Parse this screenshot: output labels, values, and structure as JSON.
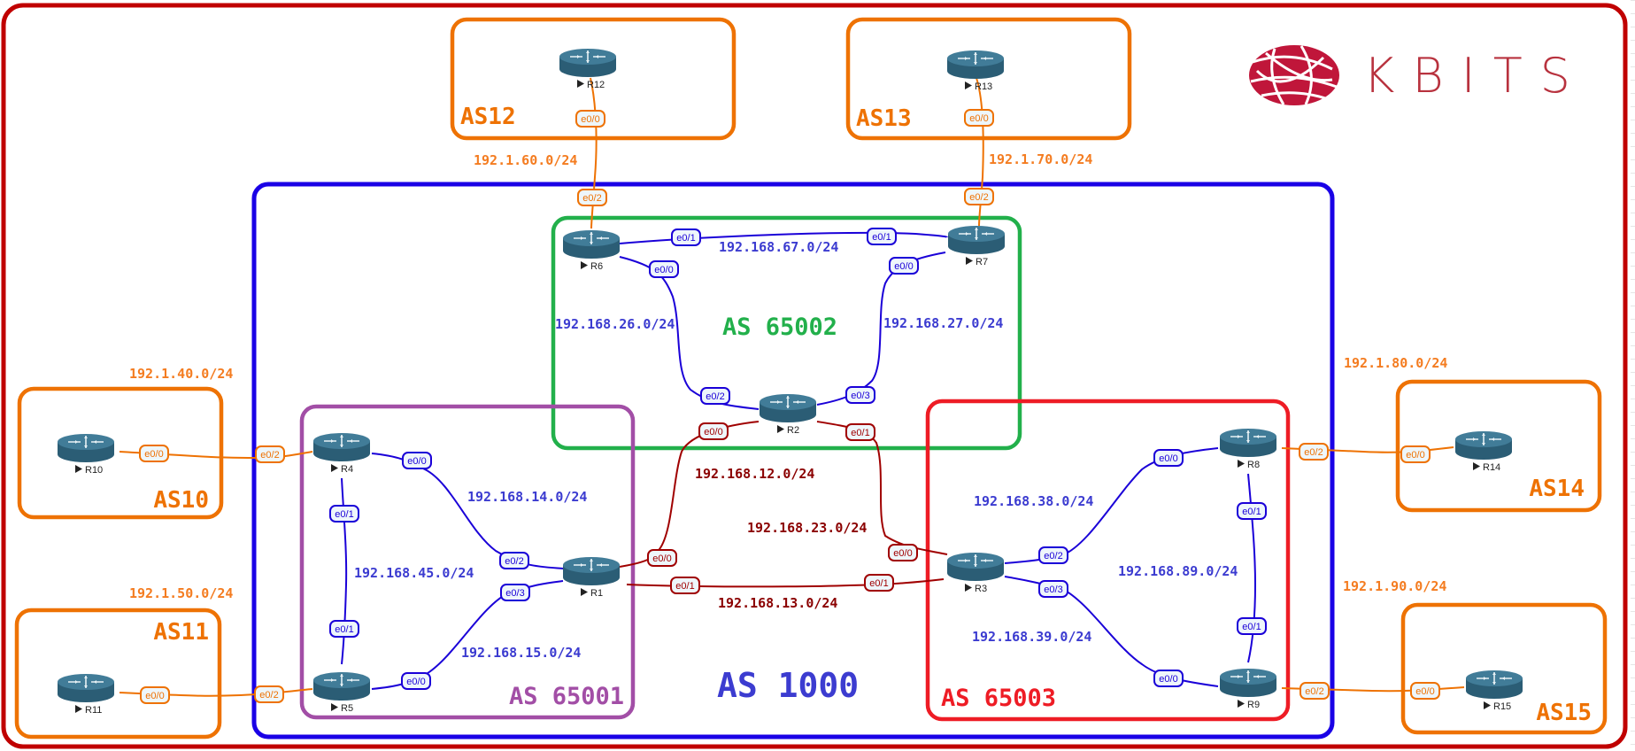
{
  "logo": {
    "text": "KBITS",
    "color": "#c0163a"
  },
  "colors": {
    "outer": "#c00000",
    "as1000": "#1a00e6",
    "as65002": "#22b04b",
    "as65001": "#a24ea6",
    "as65003": "#ee1c25",
    "external": "#ee7203",
    "ibgp_link": "#1a00d8",
    "ebgp_internal_link": "#a00000",
    "router_top": "#417c98",
    "router_side": "#2b5d75"
  },
  "as_boxes": [
    {
      "id": "as1000",
      "label": "AS 1000"
    },
    {
      "id": "as65002",
      "label": "AS 65002"
    },
    {
      "id": "as65001",
      "label": "AS 65001"
    },
    {
      "id": "as65003",
      "label": "AS 65003"
    },
    {
      "id": "as10",
      "label": "AS10"
    },
    {
      "id": "as11",
      "label": "AS11"
    },
    {
      "id": "as12",
      "label": "AS12"
    },
    {
      "id": "as13",
      "label": "AS13"
    },
    {
      "id": "as14",
      "label": "AS14"
    },
    {
      "id": "as15",
      "label": "AS15"
    }
  ],
  "routers": [
    {
      "id": "R1",
      "name": "R1"
    },
    {
      "id": "R2",
      "name": "R2"
    },
    {
      "id": "R3",
      "name": "R3"
    },
    {
      "id": "R4",
      "name": "R4"
    },
    {
      "id": "R5",
      "name": "R5"
    },
    {
      "id": "R6",
      "name": "R6"
    },
    {
      "id": "R7",
      "name": "R7"
    },
    {
      "id": "R8",
      "name": "R8"
    },
    {
      "id": "R9",
      "name": "R9"
    },
    {
      "id": "R10",
      "name": "R10"
    },
    {
      "id": "R11",
      "name": "R11"
    },
    {
      "id": "R12",
      "name": "R12"
    },
    {
      "id": "R13",
      "name": "R13"
    },
    {
      "id": "R14",
      "name": "R14"
    },
    {
      "id": "R15",
      "name": "R15"
    }
  ],
  "links": [
    {
      "id": "l12-6",
      "network": "192.1.60.0/24",
      "a": "R12",
      "a_if": "e0/0",
      "b": "R6",
      "b_if": "e0/2",
      "kind": "external"
    },
    {
      "id": "l13-7",
      "network": "192.1.70.0/24",
      "a": "R13",
      "a_if": "e0/0",
      "b": "R7",
      "b_if": "e0/2",
      "kind": "external"
    },
    {
      "id": "l10-4",
      "network": "192.1.40.0/24",
      "a": "R10",
      "a_if": "e0/0",
      "b": "R4",
      "b_if": "e0/2",
      "kind": "external"
    },
    {
      "id": "l11-5",
      "network": "192.1.50.0/24",
      "a": "R11",
      "a_if": "e0/0",
      "b": "R5",
      "b_if": "e0/2",
      "kind": "external"
    },
    {
      "id": "l14-8",
      "network": "192.1.80.0/24",
      "a": "R14",
      "a_if": "e0/0",
      "b": "R8",
      "b_if": "e0/2",
      "kind": "external"
    },
    {
      "id": "l15-9",
      "network": "192.1.90.0/24",
      "a": "R15",
      "a_if": "e0/0",
      "b": "R9",
      "b_if": "e0/2",
      "kind": "external"
    },
    {
      "id": "l6-7",
      "network": "192.168.67.0/24",
      "a": "R6",
      "a_if": "e0/1",
      "b": "R7",
      "b_if": "e0/1",
      "kind": "ibgp_link"
    },
    {
      "id": "l2-6",
      "network": "192.168.26.0/24",
      "a": "R6",
      "a_if": "e0/0",
      "b": "R2",
      "b_if": "e0/2",
      "kind": "ibgp_link"
    },
    {
      "id": "l2-7",
      "network": "192.168.27.0/24",
      "a": "R7",
      "a_if": "e0/0",
      "b": "R2",
      "b_if": "e0/3",
      "kind": "ibgp_link"
    },
    {
      "id": "l1-4",
      "network": "192.168.14.0/24",
      "a": "R4",
      "a_if": "e0/0",
      "b": "R1",
      "b_if": "e0/2",
      "kind": "ibgp_link"
    },
    {
      "id": "l4-5",
      "network": "192.168.45.0/24",
      "a": "R4",
      "a_if": "e0/1",
      "b": "R5",
      "b_if": "e0/1",
      "kind": "ibgp_link"
    },
    {
      "id": "l1-5",
      "network": "192.168.15.0/24",
      "a": "R5",
      "a_if": "e0/0",
      "b": "R1",
      "b_if": "e0/3",
      "kind": "ibgp_link"
    },
    {
      "id": "l1-2",
      "network": "192.168.12.0/24",
      "a": "R2",
      "a_if": "e0/0",
      "b": "R1",
      "b_if": "e0/0",
      "kind": "ebgp_internal_link"
    },
    {
      "id": "l2-3",
      "network": "192.168.23.0/24",
      "a": "R2",
      "a_if": "e0/1",
      "b": "R3",
      "b_if": "e0/0",
      "kind": "ebgp_internal_link"
    },
    {
      "id": "l1-3",
      "network": "192.168.13.0/24",
      "a": "R1",
      "a_if": "e0/1",
      "b": "R3",
      "b_if": "e0/1",
      "kind": "ebgp_internal_link"
    },
    {
      "id": "l3-8",
      "network": "192.168.38.0/24",
      "a": "R3",
      "a_if": "e0/2",
      "b": "R8",
      "b_if": "e0/0",
      "kind": "ibgp_link"
    },
    {
      "id": "l3-9",
      "network": "192.168.39.0/24",
      "a": "R3",
      "a_if": "e0/3",
      "b": "R9",
      "b_if": "e0/0",
      "kind": "ibgp_link"
    },
    {
      "id": "l8-9",
      "network": "192.168.89.0/24",
      "a": "R8",
      "a_if": "e0/1",
      "b": "R9",
      "b_if": "e0/1",
      "kind": "ibgp_link"
    }
  ]
}
